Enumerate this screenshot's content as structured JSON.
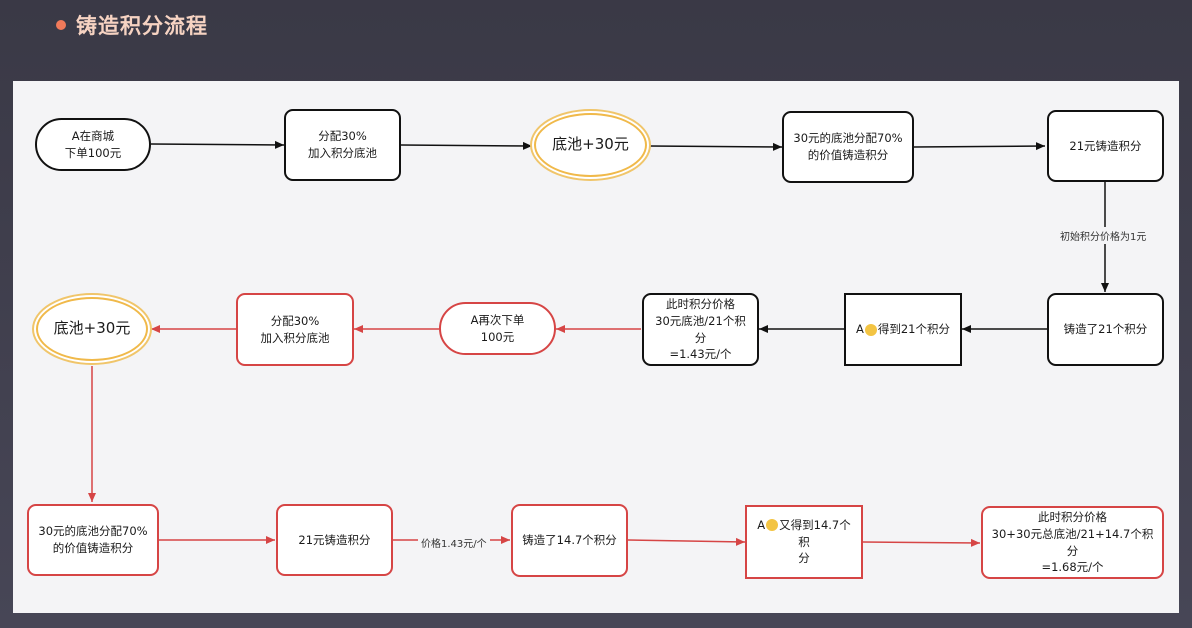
{
  "title": "铸造积分流程",
  "nodes": {
    "r1_order": "A在商城\n下单100元",
    "r1_alloc": "分配30%\n加入积分底池",
    "r1_pool": "底池+30元",
    "r1_mint_value": "30元的底池分配70%\n的价值铸造积分",
    "r1_mint21": "21元铸造积分",
    "r2_minted": "铸造了21个积分",
    "r2_get_a": "A",
    "r2_get_b": "得到21个积分",
    "r2_price": "此时积分价格\n30元底池/21个积分\n=1.43元/个",
    "r2_reorder": "A再次下单\n100元",
    "r2_alloc": "分配30%\n加入积分底池",
    "r2_pool": "底池+30元",
    "r3_mint_value": "30元的底池分配70%\n的价值铸造积分",
    "r3_mint21": "21元铸造积分",
    "r3_minted": "铸造了14.7个积分",
    "r3_get_a": "A",
    "r3_get_b": "又得到14.7个积\n分",
    "r3_price": "此时积分价格\n30+30元总底池/21+14.7个积分\n=1.68元/个"
  },
  "edge_labels": {
    "init_price": "初始积分价格为1元",
    "price_143": "价格1.43元/个"
  },
  "emoji_icon": "grinning-face-icon",
  "colors": {
    "black": "#111111",
    "red": "#d64545",
    "gold": "#f0b94a"
  }
}
